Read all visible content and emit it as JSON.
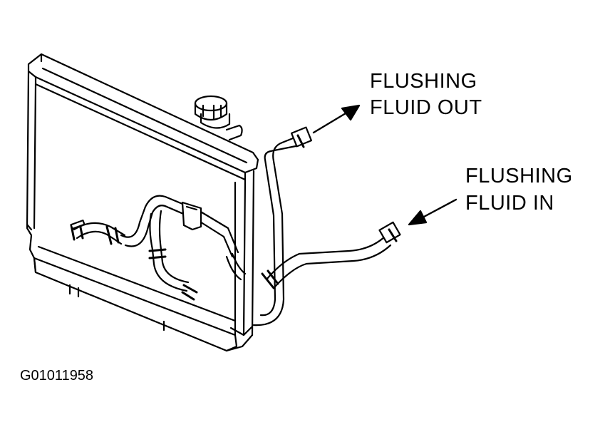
{
  "labels": {
    "flushing_out_line1": "FLUSHING",
    "flushing_out_line2": "FLUID OUT",
    "flushing_in_line1": "FLUSHING",
    "flushing_in_line2": "FLUID IN"
  },
  "figure_id": "G01011958",
  "colors": {
    "ink": "#000000",
    "paper": "#ffffff"
  }
}
